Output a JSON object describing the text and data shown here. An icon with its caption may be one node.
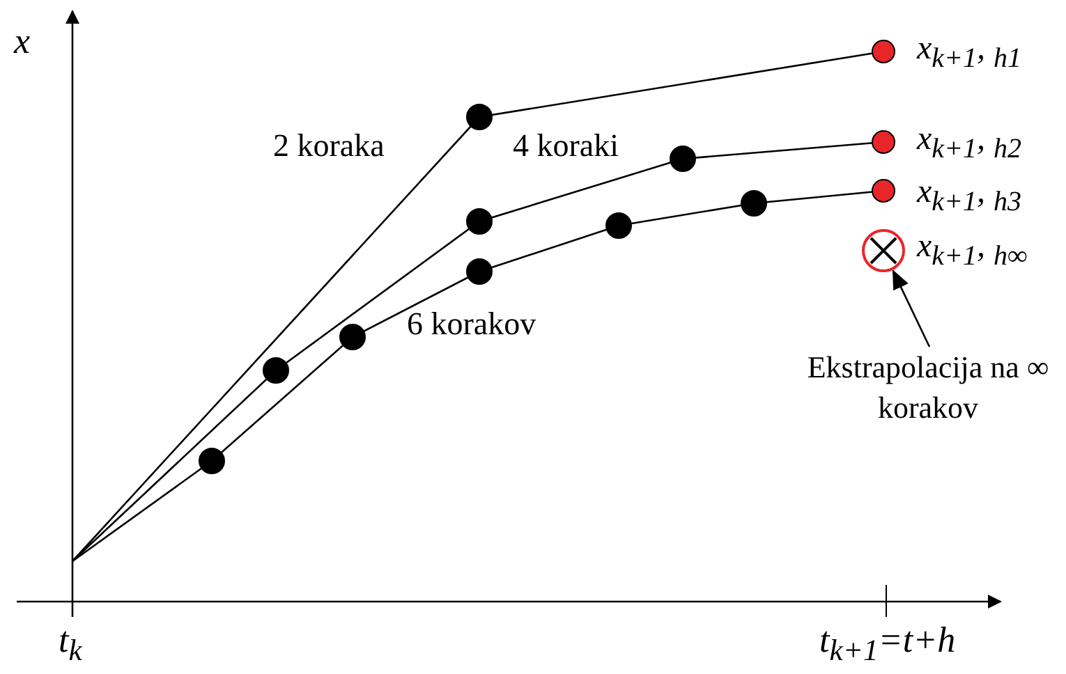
{
  "diagram": {
    "nodes": [
      {
        "text": [
          "Ekstrapolacija na ∞ korakov"
        ]
      },
      {
        "text": [],
        "shape": "circle",
        "beside": [
          "x$_{k+1}$, $_{h∞}$"
        ]
      }
    ],
    "edges": [
      {
        "from": 0,
        "to": 1,
        "arrow": "to"
      }
    ],
    "labels": [
      "x",
      "x$_{k+1}$, $_{h1}$",
      "2 koraka",
      "4 koraki",
      "x$_{k+1}$, $_{h2}$",
      "x$_{k+1}$, $_{h3}$",
      "6 korakov",
      "t$_{k}$",
      "t$_{k+1}$=t+h"
    ]
  }
}
